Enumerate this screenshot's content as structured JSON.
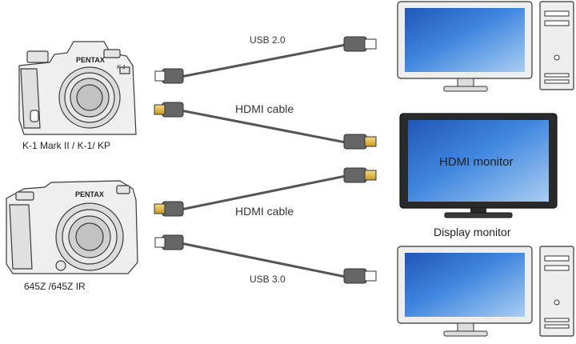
{
  "cameras": [
    {
      "id": "camera-k1",
      "brand": "PENTAX",
      "badge": "K-1",
      "caption": "K-1 Mark II / K-1/ KP"
    },
    {
      "id": "camera-645z",
      "brand": "PENTAX",
      "caption": "645Z /645Z IR"
    }
  ],
  "cables": [
    {
      "id": "usb-2",
      "label": "USB 2.0",
      "kind": "usb"
    },
    {
      "id": "hdmi-1",
      "label": "HDMI cable",
      "kind": "hdmi"
    },
    {
      "id": "hdmi-2",
      "label": "HDMI cable",
      "kind": "hdmi"
    },
    {
      "id": "usb-3",
      "label": "USB 3.0",
      "kind": "usb"
    }
  ],
  "hdmi_monitor": {
    "screen_label": "HDMI monitor",
    "caption": "Display monitor"
  },
  "colors": {
    "screen_blue": "#2f6fd0",
    "screen_light": "#a9cdf2",
    "cable": "#555555",
    "hdmi_gold": "#e8c34a",
    "outline": "#333333"
  }
}
